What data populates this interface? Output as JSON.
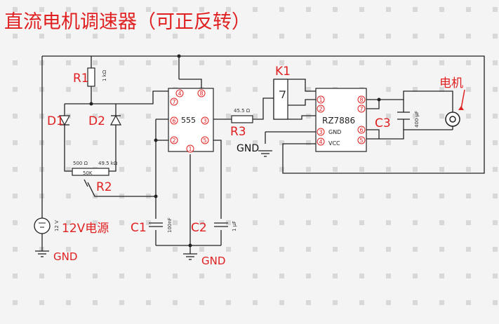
{
  "title": "直流电机调速器（可正反转）",
  "labels": {
    "r1": "R1",
    "r1_value": "1 kΩ",
    "d1": "D1",
    "d2": "D2",
    "r2": "R2",
    "r2_left": "500 Ω",
    "r2_right": "49.5 kΩ",
    "r2_value": "50K",
    "ic555": "555",
    "r3": "R3",
    "r3_value": "45.5 Ω",
    "k1": "K1",
    "rz7886": "RZ7886",
    "rz_gnd": "GND",
    "rz_vcc": "VCC",
    "c1": "C1",
    "c1_value": "100nF",
    "c2": "C2",
    "c2_value": "1 µF",
    "c3": "C3",
    "c3_value": "400 µF",
    "motor": "电机",
    "power": "12V电源",
    "power_small": "12 V",
    "gnd_left": "GND",
    "gnd_center": "GND",
    "gnd_r3": "GND"
  },
  "pins_555": [
    "4",
    "8",
    "7",
    "6",
    "3",
    "2",
    "5",
    "1"
  ],
  "pins_rz": [
    "1",
    "2",
    "3",
    "4",
    "8",
    "7",
    "6",
    "5"
  ],
  "colors": {
    "annotation": "#e02020",
    "wire": "#222222",
    "grid": "#d8d8d8"
  }
}
